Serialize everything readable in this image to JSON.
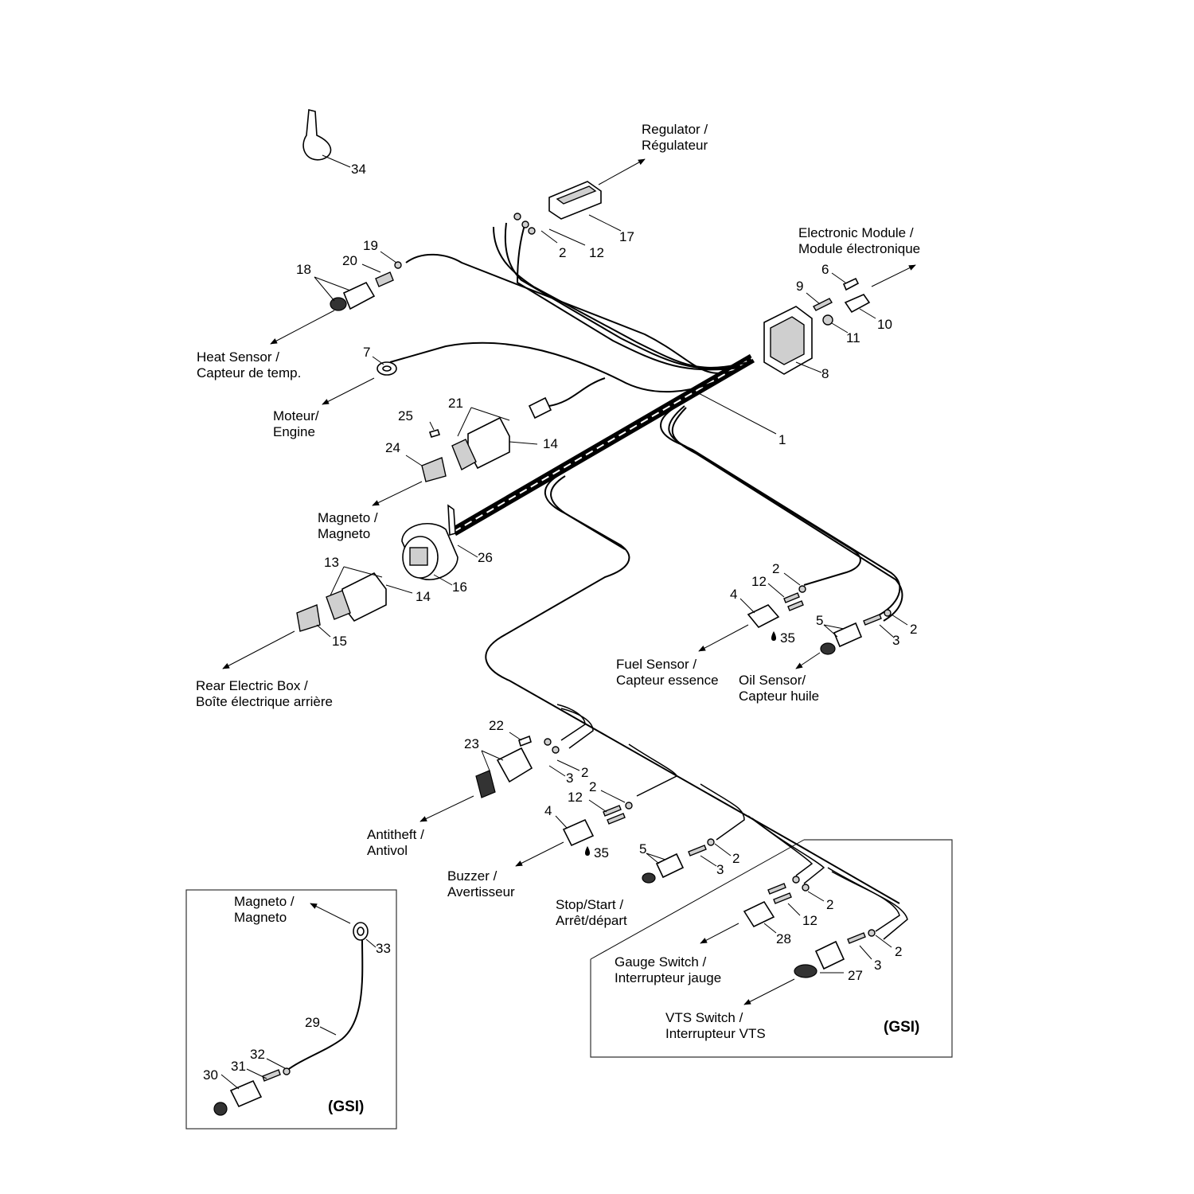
{
  "destinations": {
    "regulator": [
      "Regulator /",
      "Régulateur"
    ],
    "electronic_module": [
      "Electronic Module /",
      "Module électronique"
    ],
    "heat_sensor": [
      "Heat Sensor /",
      "Capteur de temp."
    ],
    "engine": [
      "Moteur/",
      "Engine"
    ],
    "magneto": [
      "Magneto /",
      "Magneto"
    ],
    "rear_electric_box": [
      "Rear Electric Box /",
      "Boîte électrique arrière"
    ],
    "fuel_sensor": [
      "Fuel Sensor /",
      "Capteur essence"
    ],
    "oil_sensor": [
      "Oil Sensor/",
      "Capteur huile"
    ],
    "antitheft": [
      "Antitheft /",
      "Antivol"
    ],
    "buzzer": [
      "Buzzer /",
      "Avertisseur"
    ],
    "stop_start": [
      "Stop/Start /",
      "Arrêt/départ"
    ],
    "gauge_switch": [
      "Gauge Switch /",
      "Interrupteur jauge"
    ],
    "vts_switch": [
      "VTS Switch /",
      "Interrupteur VTS"
    ],
    "inset_magneto": [
      "Magneto /",
      "Magneto"
    ]
  },
  "gsi_tags": {
    "right": "(GSI)",
    "inset": "(GSI)"
  },
  "callouts": {
    "c34": "34",
    "c17": "17",
    "c2a": "2",
    "c12a": "12",
    "c19": "19",
    "c20": "20",
    "c18": "18",
    "c6": "6",
    "c9": "9",
    "c10": "10",
    "c11": "11",
    "c8": "8",
    "c7": "7",
    "c1": "1",
    "c25": "25",
    "c21": "21",
    "c14a": "14",
    "c24": "24",
    "c26": "26",
    "c13": "13",
    "c14b": "14",
    "c16": "16",
    "c15": "15",
    "c2b": "2",
    "c12b": "12",
    "c4a": "4",
    "c35a": "35",
    "c5a": "5",
    "c2c": "2",
    "c3a": "3",
    "c22": "22",
    "c23": "23",
    "c3b": "3",
    "c2d": "2",
    "c12c": "12",
    "c2e": "2",
    "c4b": "4",
    "c35b": "35",
    "c5b": "5",
    "c2f": "2",
    "c3c": "3",
    "c2g": "2",
    "c12d": "12",
    "c28": "28",
    "c2h": "2",
    "c3d": "3",
    "c27": "27",
    "c33": "33",
    "c29": "29",
    "c32": "32",
    "c31": "31",
    "c30": "30"
  }
}
